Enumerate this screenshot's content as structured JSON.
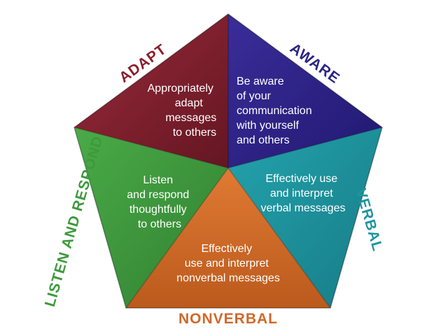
{
  "segments": {
    "adapt": {
      "label": "ADAPT",
      "lines": [
        "Appropriately",
        "adapt",
        "messages",
        "to others"
      ],
      "color": "#7a1e2b",
      "label_color": "#8b1d2c"
    },
    "aware": {
      "label": "AWARE",
      "lines": [
        "Be aware",
        "of your",
        "communication",
        "with yourself",
        "and others"
      ],
      "color": "#2b1e80",
      "label_color": "#2b2585"
    },
    "verbal": {
      "label": "VERBAL",
      "lines": [
        "Effectively use",
        "and interpret",
        "verbal messages"
      ],
      "color": "#1c8e99",
      "label_color": "#1e95a0"
    },
    "nonverbal": {
      "label": "NONVERBAL",
      "lines": [
        "Effectively",
        "use and interpret",
        "nonverbal messages"
      ],
      "color": "#cf6a26",
      "label_color": "#d0692a"
    },
    "listen": {
      "label": "LISTEN AND RESPOND",
      "lines": [
        "Listen",
        "and respond",
        "thoughtfully",
        "to others"
      ],
      "color": "#3d9a3c",
      "label_color": "#3d9a3c"
    }
  },
  "icons": {
    "shape": "pentagon"
  }
}
